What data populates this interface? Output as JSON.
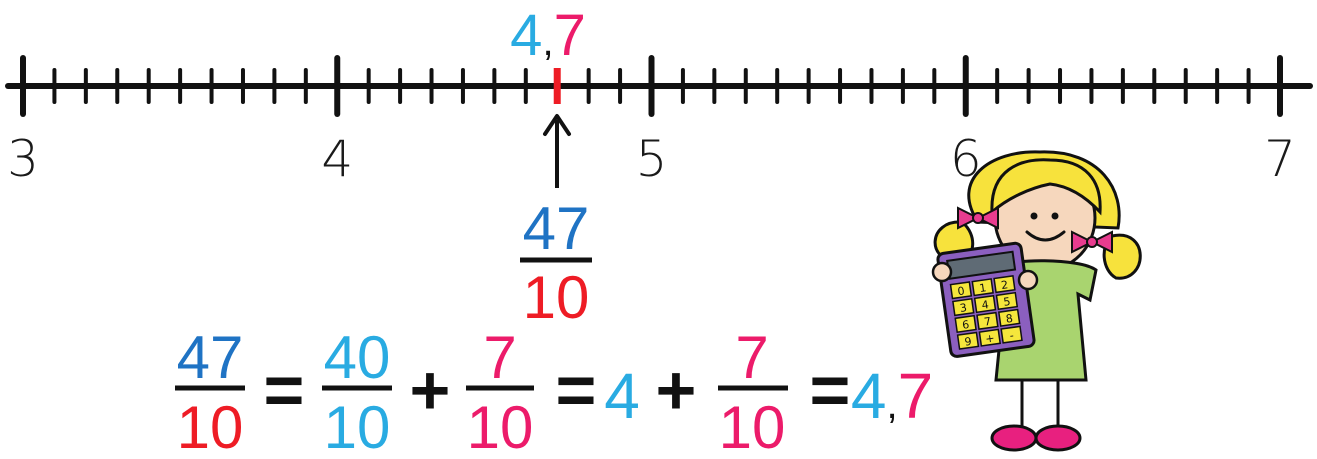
{
  "number_line": {
    "labels": [
      "3",
      "4",
      "5",
      "6",
      "7"
    ],
    "start": 3,
    "end": 7,
    "subdivisions": 10,
    "marked_value": 4.7,
    "marked_decimal": {
      "whole": "4",
      "comma": ",",
      "tenths": "7"
    }
  },
  "arrow_fraction": {
    "numerator": "47",
    "denominator": "10"
  },
  "equation": {
    "term1": {
      "numerator": "47",
      "denominator": "10"
    },
    "eq1": "=",
    "term2": {
      "numerator": "40",
      "denominator": "10"
    },
    "plus1": "+",
    "term3": {
      "numerator": "7",
      "denominator": "10"
    },
    "eq2": "=",
    "whole": "4",
    "plus2": "+",
    "term4": {
      "numerator": "7",
      "denominator": "10"
    },
    "eq3": "=",
    "result": {
      "whole": "4",
      "comma": ",",
      "tenths": "7"
    }
  },
  "colors": {
    "dark_blue": "#1f73c4",
    "light_blue": "#29abe2",
    "red": "#ee1c25",
    "pink": "#ec1b6a",
    "black": "#111111"
  },
  "illustration": "girl-with-calculator",
  "calculator_keys": [
    "0",
    "1",
    "2",
    "3",
    "4",
    "5",
    "6",
    "7",
    "8",
    "9",
    "+",
    "-"
  ]
}
